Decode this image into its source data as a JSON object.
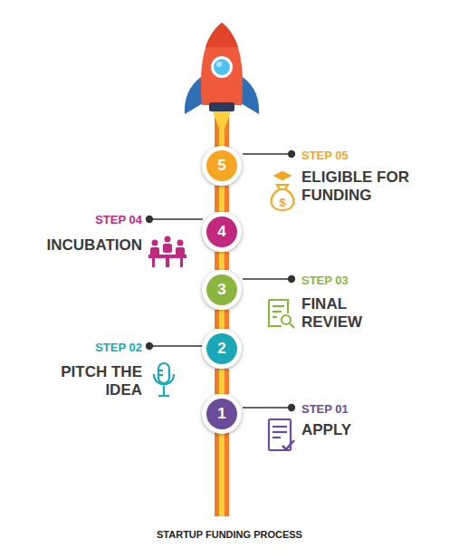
{
  "diagram": {
    "caption": "STARTUP FUNDING PROCESS",
    "nodes": [
      {
        "text": [
          "1"
        ]
      },
      {
        "text": [
          "2"
        ]
      },
      {
        "text": [
          "3"
        ]
      },
      {
        "text": [
          "4"
        ]
      },
      {
        "text": [
          "5"
        ]
      }
    ],
    "edges": [
      {
        "from": 0,
        "to": 1,
        "arrow": "none"
      },
      {
        "from": 1,
        "to": 2,
        "arrow": "none"
      },
      {
        "from": 2,
        "to": 3,
        "arrow": "none"
      },
      {
        "from": 3,
        "to": 4,
        "arrow": "none"
      }
    ],
    "labels": [
      "STEP 05",
      "ELIGIBLE FOR FUNDING",
      "STEP 04",
      "INCUBATION",
      "STEP 03",
      "FINAL REVIEW",
      "STEP 02",
      "PITCH THE IDEA",
      "STEP 01",
      "APPLY"
    ]
  }
}
